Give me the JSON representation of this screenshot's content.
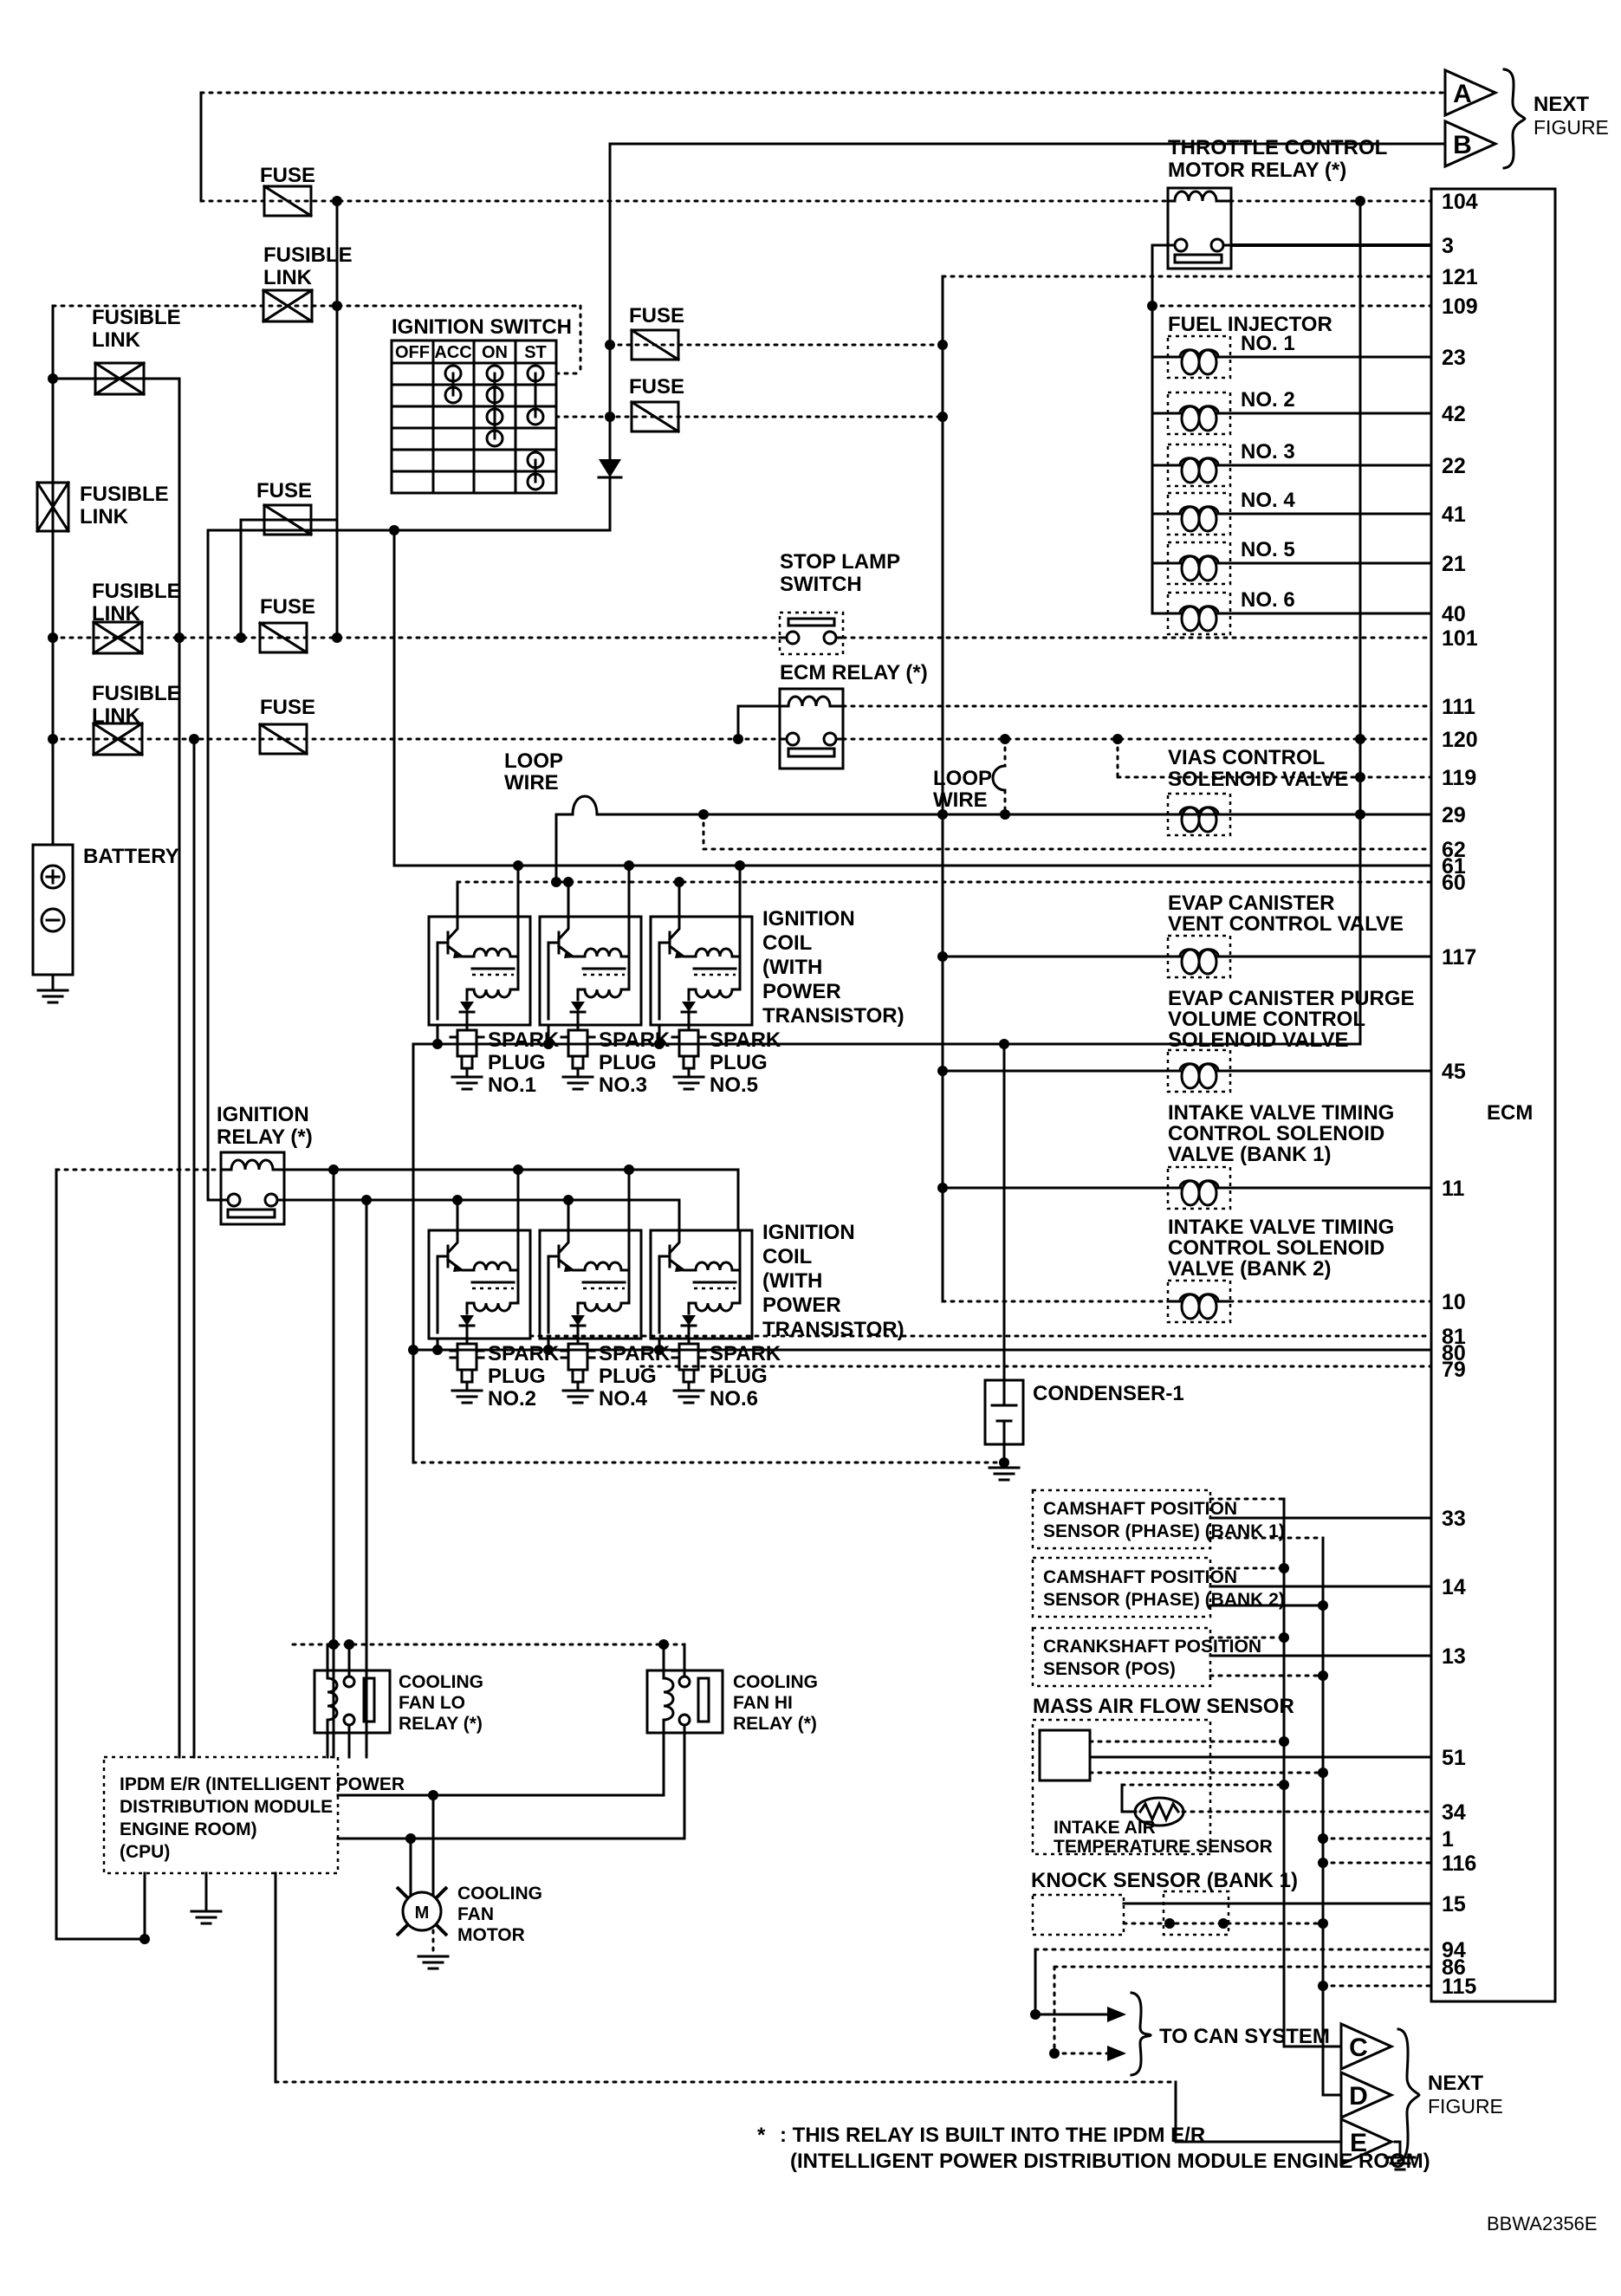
{
  "drawing_code": "BBWA2356E",
  "ecm": {
    "label": "ECM",
    "pins": [
      "104",
      "3",
      "121",
      "109",
      "23",
      "42",
      "22",
      "41",
      "21",
      "40",
      "101",
      "111",
      "120",
      "119",
      "29",
      "62",
      "61",
      "60",
      "117",
      "45",
      "11",
      "10",
      "81",
      "80",
      "79",
      "33",
      "14",
      "13",
      "51",
      "34",
      "1",
      "116",
      "15",
      "94",
      "86",
      "115"
    ]
  },
  "connectors": {
    "top": [
      "A",
      "B"
    ],
    "bottom": [
      "C",
      "D",
      "E"
    ],
    "next_figure": [
      "NEXT",
      "FIGURE"
    ]
  },
  "ignition_switch": {
    "title": "IGNITION SWITCH",
    "columns": [
      "OFF",
      "ACC",
      "ON",
      "ST"
    ]
  },
  "labels": {
    "fuse": "FUSE",
    "fusible_link": [
      "FUSIBLE",
      "LINK"
    ],
    "battery": "BATTERY",
    "throttle_relay": [
      "THROTTLE CONTROL",
      "MOTOR RELAY (*)"
    ],
    "fuel_injector": "FUEL INJECTOR",
    "injectors": [
      "NO. 1",
      "NO. 2",
      "NO. 3",
      "NO. 4",
      "NO. 5",
      "NO. 6"
    ],
    "stop_lamp": [
      "STOP LAMP",
      "SWITCH"
    ],
    "ecm_relay": "ECM RELAY (*)",
    "loop_wire": [
      "LOOP",
      "WIRE"
    ],
    "vias": [
      "VIAS CONTROL",
      "SOLENOID VALVE"
    ],
    "evap_vent": [
      "EVAP CANISTER",
      "VENT CONTROL VALVE"
    ],
    "evap_purge": [
      "EVAP CANISTER PURGE",
      "VOLUME CONTROL",
      "SOLENOID VALVE"
    ],
    "ivt1": [
      "INTAKE VALVE TIMING",
      "CONTROL SOLENOID",
      "VALVE (BANK 1)"
    ],
    "ivt2": [
      "INTAKE VALVE TIMING",
      "CONTROL SOLENOID",
      "VALVE (BANK 2)"
    ],
    "ignition_coil": [
      "IGNITION",
      "COIL",
      "(WITH",
      "POWER",
      "TRANSISTOR)"
    ],
    "spark": [
      "SPARK",
      "PLUG"
    ],
    "spark_nos": [
      "NO.1",
      "NO.3",
      "NO.5",
      "NO.2",
      "NO.4",
      "NO.6"
    ],
    "ignition_relay": [
      "IGNITION",
      "RELAY (*)"
    ],
    "condenser": "CONDENSER-1",
    "cam1": [
      "CAMSHAFT POSITION",
      "SENSOR (PHASE) (BANK 1)"
    ],
    "cam2": [
      "CAMSHAFT POSITION",
      "SENSOR (PHASE) (BANK 2)"
    ],
    "crank": [
      "CRANKSHAFT POSITION",
      "SENSOR (POS)"
    ],
    "maf": "MASS AIR FLOW SENSOR",
    "iat": [
      "INTAKE AIR",
      "TEMPERATURE SENSOR"
    ],
    "knock": "KNOCK SENSOR (BANK 1)",
    "fan_lo": [
      "COOLING",
      "FAN LO",
      "RELAY (*)"
    ],
    "fan_hi": [
      "COOLING",
      "FAN HI",
      "RELAY (*)"
    ],
    "fan_motor": [
      "COOLING",
      "FAN",
      "MOTOR"
    ],
    "motor_m": "M",
    "ipdm": [
      "IPDM E/R (INTELLIGENT POWER",
      "DISTRIBUTION MODULE",
      "ENGINE ROOM)",
      "(CPU)"
    ],
    "to_can": "TO CAN SYSTEM",
    "footnote_star": "*",
    "footnote": [
      ": THIS RELAY IS BUILT INTO THE IPDM E/R",
      "(INTELLIGENT POWER DISTRIBUTION MODULE ENGINE ROOM)"
    ]
  }
}
